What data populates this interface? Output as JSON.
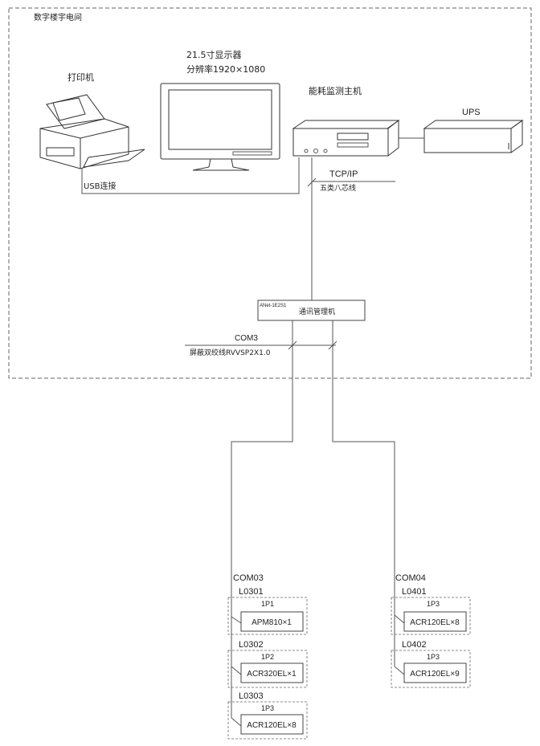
{
  "room_label": "数字楼宇电间",
  "printer": {
    "label": "打印机",
    "link_label": "USB连接"
  },
  "monitor": {
    "title": "21.5寸显示器",
    "resolution": "分辨率1920×1080"
  },
  "host": {
    "label": "能耗监测主机"
  },
  "ups": {
    "label": "UPS"
  },
  "network": {
    "protocol": "TCP/IP",
    "cable": "五类八芯线"
  },
  "gateway": {
    "model": "ANet-1E2S1",
    "label": "通讯管理机"
  },
  "serial": {
    "port": "COM3",
    "cable": "屏蔽双绞线RVVSP2X1.0"
  },
  "left_bus": {
    "name": "COM03",
    "loops": [
      {
        "id": "L0301",
        "breaker": "1P1",
        "device": "APM810×1"
      },
      {
        "id": "L0302",
        "breaker": "1P2",
        "device": "ACR320EL×1"
      },
      {
        "id": "L0303",
        "breaker": "1P3",
        "device": "ACR120EL×8"
      }
    ]
  },
  "right_bus": {
    "name": "COM04",
    "loops": [
      {
        "id": "L0401",
        "breaker": "1P3",
        "device": "ACR120EL×8"
      },
      {
        "id": "L0402",
        "breaker": "1P3",
        "device": "ACR120EL×9"
      }
    ]
  }
}
